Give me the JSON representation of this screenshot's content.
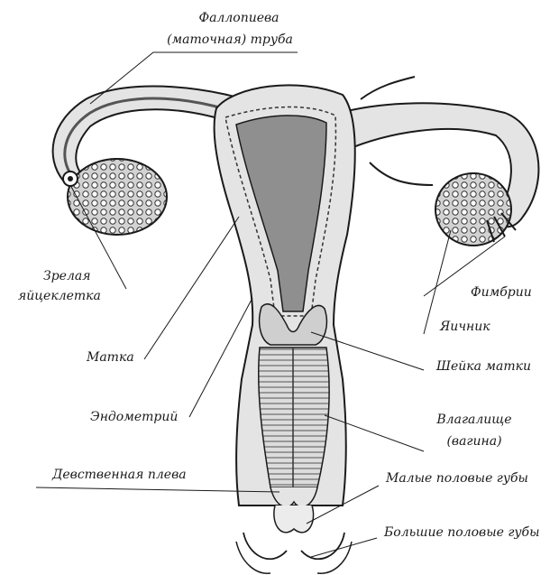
{
  "labels": {
    "fallopian_line1": "Фаллопиева",
    "fallopian_line2": "(маточная) труба",
    "egg_line1": "Зрелая",
    "egg_line2": "яйцеклетка",
    "uterus": "Матка",
    "endometrium": "Эндометрий",
    "hymen": "Девственная плева",
    "fimbriae": "Фимбрии",
    "ovary": "Яичник",
    "cervix": "Шейка матки",
    "vagina_line1": "Влагалище",
    "vagina_line2": "(вагина)",
    "labia_minora": "Малые половые губы",
    "labia_majora": "Большие половые губы"
  },
  "colors": {
    "ink": "#1a1a1a",
    "tissue": "#e4e4e4",
    "cavity": "#8f8f8f",
    "ovary_fill": "#d6d6d6"
  }
}
